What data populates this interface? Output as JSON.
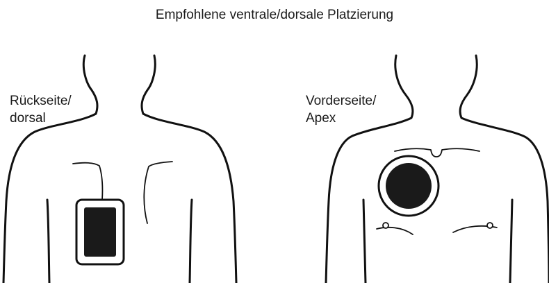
{
  "title": "Empfohlene ventrale/dorsale Platzierung",
  "back": {
    "label_line1": "Rückseite/",
    "label_line2": "dorsal"
  },
  "front": {
    "label_line1": "Vorderseite/",
    "label_line2": "Apex"
  },
  "colors": {
    "stroke": "#111111",
    "pad_fill": "#1a1a1a",
    "background": "#ffffff"
  }
}
